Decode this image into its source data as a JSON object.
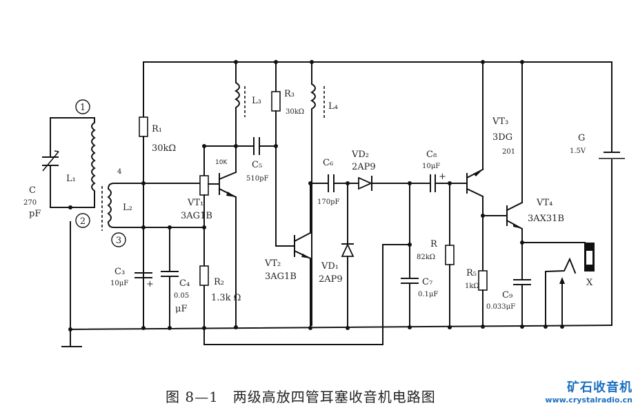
{
  "figure": {
    "caption": "图 8—1　两级高放四管耳塞收音机电路图",
    "watermark_title": "矿石收音机",
    "watermark_url": "www.crystalradio.cn"
  },
  "nodes": {
    "n1": "1",
    "n2": "2",
    "n3": "3",
    "n4": "4"
  },
  "components": {
    "C": {
      "name": "C",
      "value": "270",
      "unit": "pF"
    },
    "L1": {
      "name": "L₁"
    },
    "L2": {
      "name": "L₂"
    },
    "L3": {
      "name": "L₃"
    },
    "L4": {
      "name": "L₄"
    },
    "R1": {
      "name": "R₁",
      "value": "30kΩ"
    },
    "R2": {
      "name": "R₂",
      "value": "1.3k Ω"
    },
    "R3": {
      "name": "R₃",
      "value": "30kΩ"
    },
    "R": {
      "name": "R",
      "value": "82kΩ"
    },
    "R5": {
      "name": "R₅",
      "value": "1kΩ"
    },
    "pot": {
      "value": "10K"
    },
    "C3": {
      "name": "C₃",
      "value": "10μF"
    },
    "C4": {
      "name": "C₄",
      "value": "0.05",
      "unit": "μF"
    },
    "C5": {
      "name": "C₅",
      "value": "510pF"
    },
    "C6": {
      "name": "C₆",
      "value": "170pF"
    },
    "C7": {
      "name": "C₇",
      "value": "0.1μF"
    },
    "C8": {
      "name": "C₈",
      "value": "10μF"
    },
    "C9": {
      "name": "C₉",
      "value": "0.033μF"
    },
    "VT1": {
      "name": "VT₁",
      "model": "3AG1B"
    },
    "VT2": {
      "name": "VT₂",
      "model": "3AG1B"
    },
    "VT3": {
      "name": "VT₃",
      "model": "3DG",
      "model2": "201"
    },
    "VT4": {
      "name": "VT₄",
      "model": "3AX31B"
    },
    "VD1": {
      "name": "VD₁",
      "model": "2AP9"
    },
    "VD2": {
      "name": "VD₂",
      "model": "2AP9"
    },
    "G": {
      "name": "G",
      "value": "1.5V"
    },
    "X": {
      "name": "X"
    },
    "plus": "+"
  }
}
